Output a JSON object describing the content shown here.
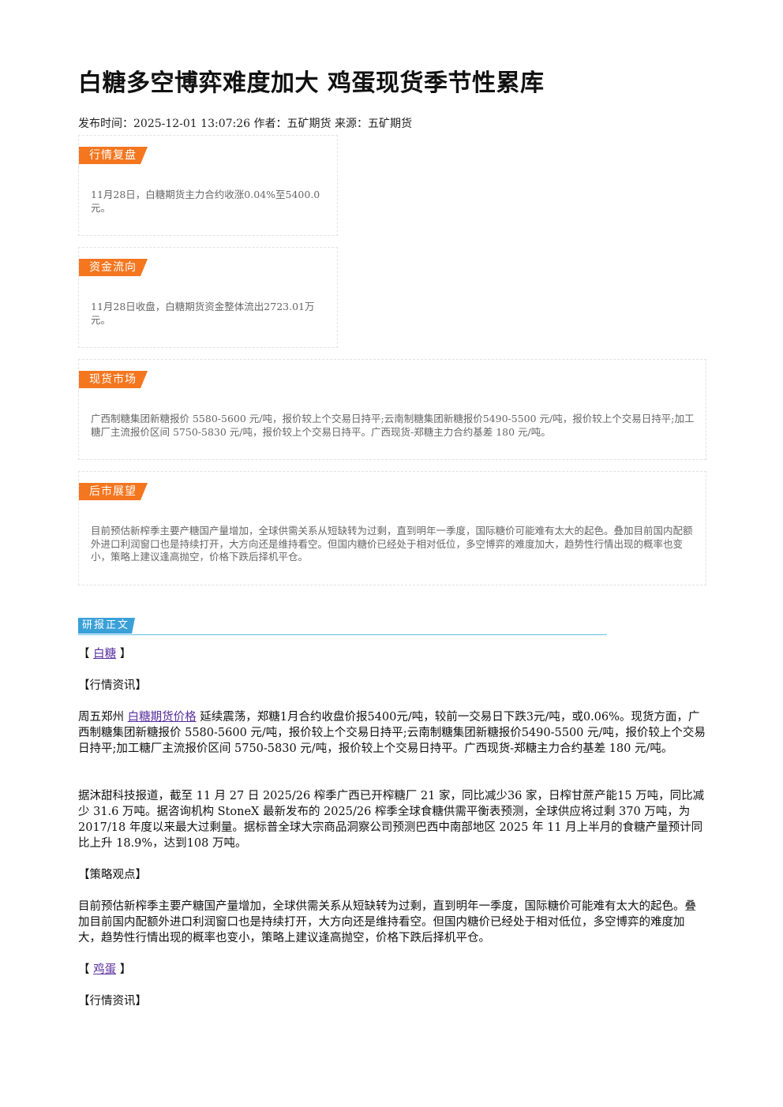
{
  "title": "白糖多空博弈难度加大 鸡蛋现货季节性累库",
  "meta": {
    "published_label": "发布时间：",
    "published_value": "2025-12-01 13:07:26",
    "author_label": "作者：",
    "author_value": "五矿期货",
    "source_label": "来源：",
    "source_value": "五矿期货"
  },
  "boxes": [
    {
      "tag": "行情复盘",
      "text": "11月28日，白糖期货主力合约收涨0.04%至5400.0元。"
    },
    {
      "tag": "资金流向",
      "text": "11月28日收盘，白糖期货资金整体流出2723.01万元。"
    },
    {
      "tag": "现货市场",
      "text": "广西制糖集团新糖报价 5580-5600 元/吨，报价较上个交易日持平;云南制糖集团新糖报价5490-5500 元/吨，报价较上个交易日持平;加工糖厂主流报价区间 5750-5830 元/吨，报价较上个交易日持平。广西现货-郑糖主力合约基差 180 元/吨。"
    },
    {
      "tag": "后市展望",
      "text": "目前预估新榨季主要产糖国产量增加，全球供需关系从短缺转为过剩，直到明年一季度，国际糖价可能难有太大的起色。叠加目前国内配额外进口利润窗口也是持续打开，大方向还是维持看空。但国内糖价已经处于相对低位，多空博弈的难度加大，趋势性行情出现的概率也变小，策略上建议逢高抛空，价格下跌后择机平仓。"
    }
  ],
  "section_title": "研报正文",
  "body": {
    "sugar_open": "【",
    "sugar_link": "白糖",
    "sugar_close": "】",
    "market_info_heading": "【行情资讯】",
    "para1_prefix": "周五郑州 ",
    "para1_link": "白糖期货价格",
    "para1_suffix": " 延续震荡，郑糖1月合约收盘价报5400元/吨，较前一交易日下跌3元/吨，或0.06%。现货方面，广西制糖集团新糖报价 5580-5600 元/吨，报价较上个交易日持平;云南制糖集团新糖报价5490-5500 元/吨，报价较上个交易日持平;加工糖厂主流报价区间 5750-5830 元/吨，报价较上个交易日持平。广西现货-郑糖主力合约基差 180 元/吨。",
    "para2": "据沐甜科技报道，截至 11 月 27 日 2025/26 榨季广西已开榨糖厂 21 家，同比减少36 家，日榨甘蔗产能15 万吨，同比减少 31.6 万吨。据咨询机构 StoneX 最新发布的 2025/26 榨季全球食糖供需平衡表预测，全球供应将过剩 370 万吨，为 2017/18 年度以来最大过剩量。据标普全球大宗商品洞察公司预测巴西中南部地区 2025 年 11 月上半月的食糖产量预计同比上升 18.9%，达到108 万吨。",
    "strategy_heading": "【策略观点】",
    "para3": "目前预估新榨季主要产糖国产量增加，全球供需关系从短缺转为过剩，直到明年一季度，国际糖价可能难有太大的起色。叠加目前国内配额外进口利润窗口也是持续打开，大方向还是维持看空。但国内糖价已经处于相对低位，多空博弈的难度加大，趋势性行情出现的概率也变小，策略上建议逢高抛空，价格下跌后择机平仓。",
    "egg_open": "【",
    "egg_link": "鸡蛋",
    "egg_close": "】",
    "market_info_heading2": "【行情资讯】"
  },
  "colors": {
    "tag_orange": "#f4761f",
    "section_blue": "#3aa0d8",
    "link_purple": "#5a2fa0"
  }
}
